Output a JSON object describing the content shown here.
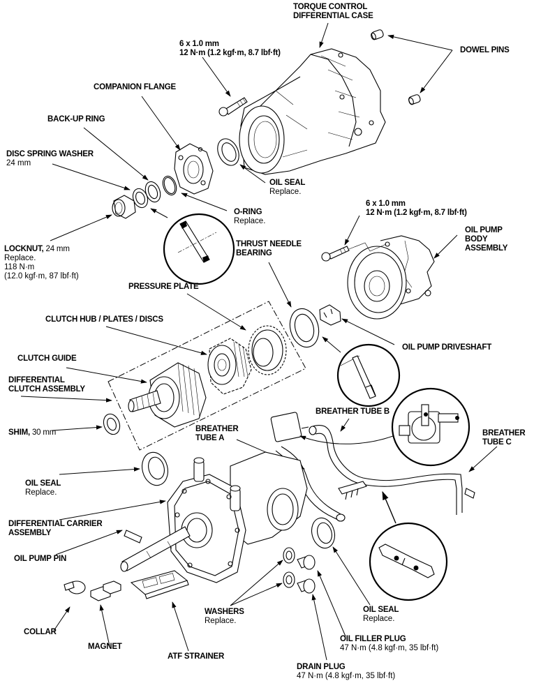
{
  "diagram": {
    "type": "exploded-parts-view",
    "subject": "Torque control differential assembly",
    "labels": {
      "torque_control_case": {
        "title": [
          "TORQUE CONTROL",
          "DIFFERENTIAL CASE"
        ]
      },
      "dowel_pins": {
        "title": [
          "DOWEL PINS"
        ]
      },
      "case_bolt": {
        "title": [
          "6 x 1.0 mm",
          "12 N·m (1.2 kgf·m, 8.7 lbf·ft)"
        ]
      },
      "companion_flange": {
        "title": [
          "COMPANION FLANGE"
        ]
      },
      "backup_ring": {
        "title": [
          "BACK-UP RING"
        ]
      },
      "disc_spring_washer": {
        "title": [
          "DISC SPRING WASHER"
        ],
        "notes": [
          "24 mm"
        ]
      },
      "oil_seal_upper": {
        "title": [
          "OIL SEAL"
        ],
        "notes": [
          "Replace."
        ]
      },
      "o_ring": {
        "title": [
          "O-RING"
        ],
        "notes": [
          "Replace."
        ]
      },
      "locknut": {
        "title": [
          "LOCKNUT,"
        ],
        "title_suffix": "24 mm",
        "notes": [
          "Replace.",
          "118 N·m",
          "(12.0 kgf·m, 87 lbf·ft)"
        ]
      },
      "pump_bolt": {
        "title": [
          "6 x 1.0 mm",
          "12 N·m (1.2 kgf·m, 8.7 lbf·ft)"
        ]
      },
      "oil_pump_body": {
        "title": [
          "OIL PUMP",
          "BODY",
          "ASSEMBLY"
        ]
      },
      "thrust_needle_bearing": {
        "title": [
          "THRUST NEEDLE",
          "BEARING"
        ]
      },
      "pressure_plate": {
        "title": [
          "PRESSURE PLATE"
        ]
      },
      "clutch_hub": {
        "title": [
          "CLUTCH HUB / PLATES / DISCS"
        ]
      },
      "clutch_guide": {
        "title": [
          "CLUTCH GUIDE"
        ]
      },
      "diff_clutch_assembly": {
        "title": [
          "DIFFERENTIAL",
          "CLUTCH ASSEMBLY"
        ]
      },
      "oil_pump_driveshaft": {
        "title": [
          "OIL PUMP DRIVESHAFT"
        ]
      },
      "shim": {
        "title": [
          "SHIM,"
        ],
        "title_suffix": "30 mm"
      },
      "breather_tube_a": {
        "title": [
          "BREATHER",
          "TUBE A"
        ]
      },
      "breather_tube_b": {
        "title": [
          "BREATHER TUBE B"
        ]
      },
      "breather_tube_c": {
        "title": [
          "BREATHER",
          "TUBE C"
        ]
      },
      "oil_seal_left": {
        "title": [
          "OIL SEAL"
        ],
        "notes": [
          "Replace."
        ]
      },
      "diff_carrier": {
        "title": [
          "DIFFERENTIAL CARRIER",
          "ASSEMBLY"
        ]
      },
      "oil_pump_pin": {
        "title": [
          "OIL PUMP PIN"
        ]
      },
      "washers": {
        "title": [
          "WASHERS"
        ],
        "notes": [
          "Replace."
        ]
      },
      "oil_seal_lower": {
        "title": [
          "OIL SEAL"
        ],
        "notes": [
          "Replace."
        ]
      },
      "oil_filler_plug": {
        "title": [
          "OIL FILLER PLUG"
        ],
        "notes": [
          "47 N·m (4.8 kgf·m, 35 lbf·ft)"
        ]
      },
      "collar": {
        "title": [
          "COLLAR"
        ]
      },
      "magnet": {
        "title": [
          "MAGNET"
        ]
      },
      "atf_strainer": {
        "title": [
          "ATF STRAINER"
        ]
      },
      "drain_plug": {
        "title": [
          "DRAIN PLUG"
        ],
        "notes": [
          "47 N·m (4.8 kgf·m, 35 lbf·ft)"
        ]
      }
    },
    "parts": [
      "torque-control-differential-case",
      "dowel-pin",
      "dowel-pin",
      "case-bolt",
      "companion-flange",
      "back-up-ring",
      "disc-spring-washer",
      "oil-seal",
      "o-ring",
      "locknut",
      "pump-bolt",
      "oil-pump-body-assembly",
      "thrust-needle-bearing",
      "pressure-plate",
      "clutch-hub",
      "clutch-guide",
      "oil-pump-driveshaft",
      "shim",
      "breather-tube-a",
      "breather-tube-b",
      "breather-tube-c",
      "oil-seal",
      "differential-carrier-assembly",
      "oil-pump-pin",
      "washer",
      "washer",
      "oil-seal",
      "oil-filler-plug",
      "collar",
      "magnet",
      "atf-strainer",
      "drain-plug"
    ],
    "detail_callouts": [
      "disc-spring-washer-orientation",
      "breather-tube-a-mark",
      "breather-tube-b-connection",
      "breather-tube-c-joint"
    ]
  }
}
